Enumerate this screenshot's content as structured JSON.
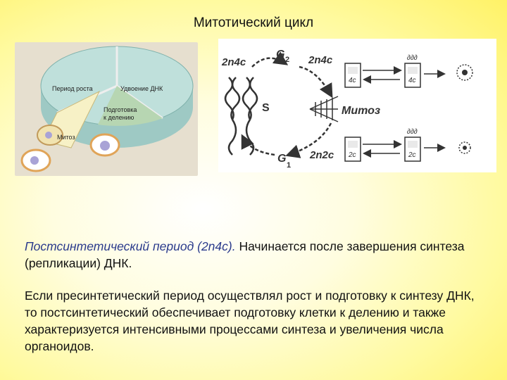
{
  "title": "Митотический цикл",
  "left_figure": {
    "labels": {
      "growth": "Период роста",
      "dna_doubling": "Удвоение ДНК",
      "prep_line1": "Подготовка",
      "prep_line2": "к делению",
      "mitosis": "Митоз"
    }
  },
  "right_figure": {
    "labels": {
      "top_left": "2n4c",
      "g2": "G",
      "g2_sub": "2",
      "top_right": "2n4c",
      "s": "S",
      "mitosis": "Митоз",
      "g1": "G",
      "g1_sub": "1",
      "bottom_right": "2n2c",
      "box_4c_a": "4c",
      "box_4c_b": "4c",
      "box_2c_a": "2c",
      "box_2c_b": "2c"
    }
  },
  "text": {
    "p1_italic": "Постсинтетический период (2n4c).",
    "p1_rest": " Начинается после завершения синтеза (репликации) ДНК.",
    "p2": "Если пресинтетический период осуществлял рост и подготовку к синтезу ДНК, то постсинтетический обеспечивает подготовку клетки к делению и также характеризуется интенсивными процессами синтеза и увеличения числа органоидов."
  }
}
